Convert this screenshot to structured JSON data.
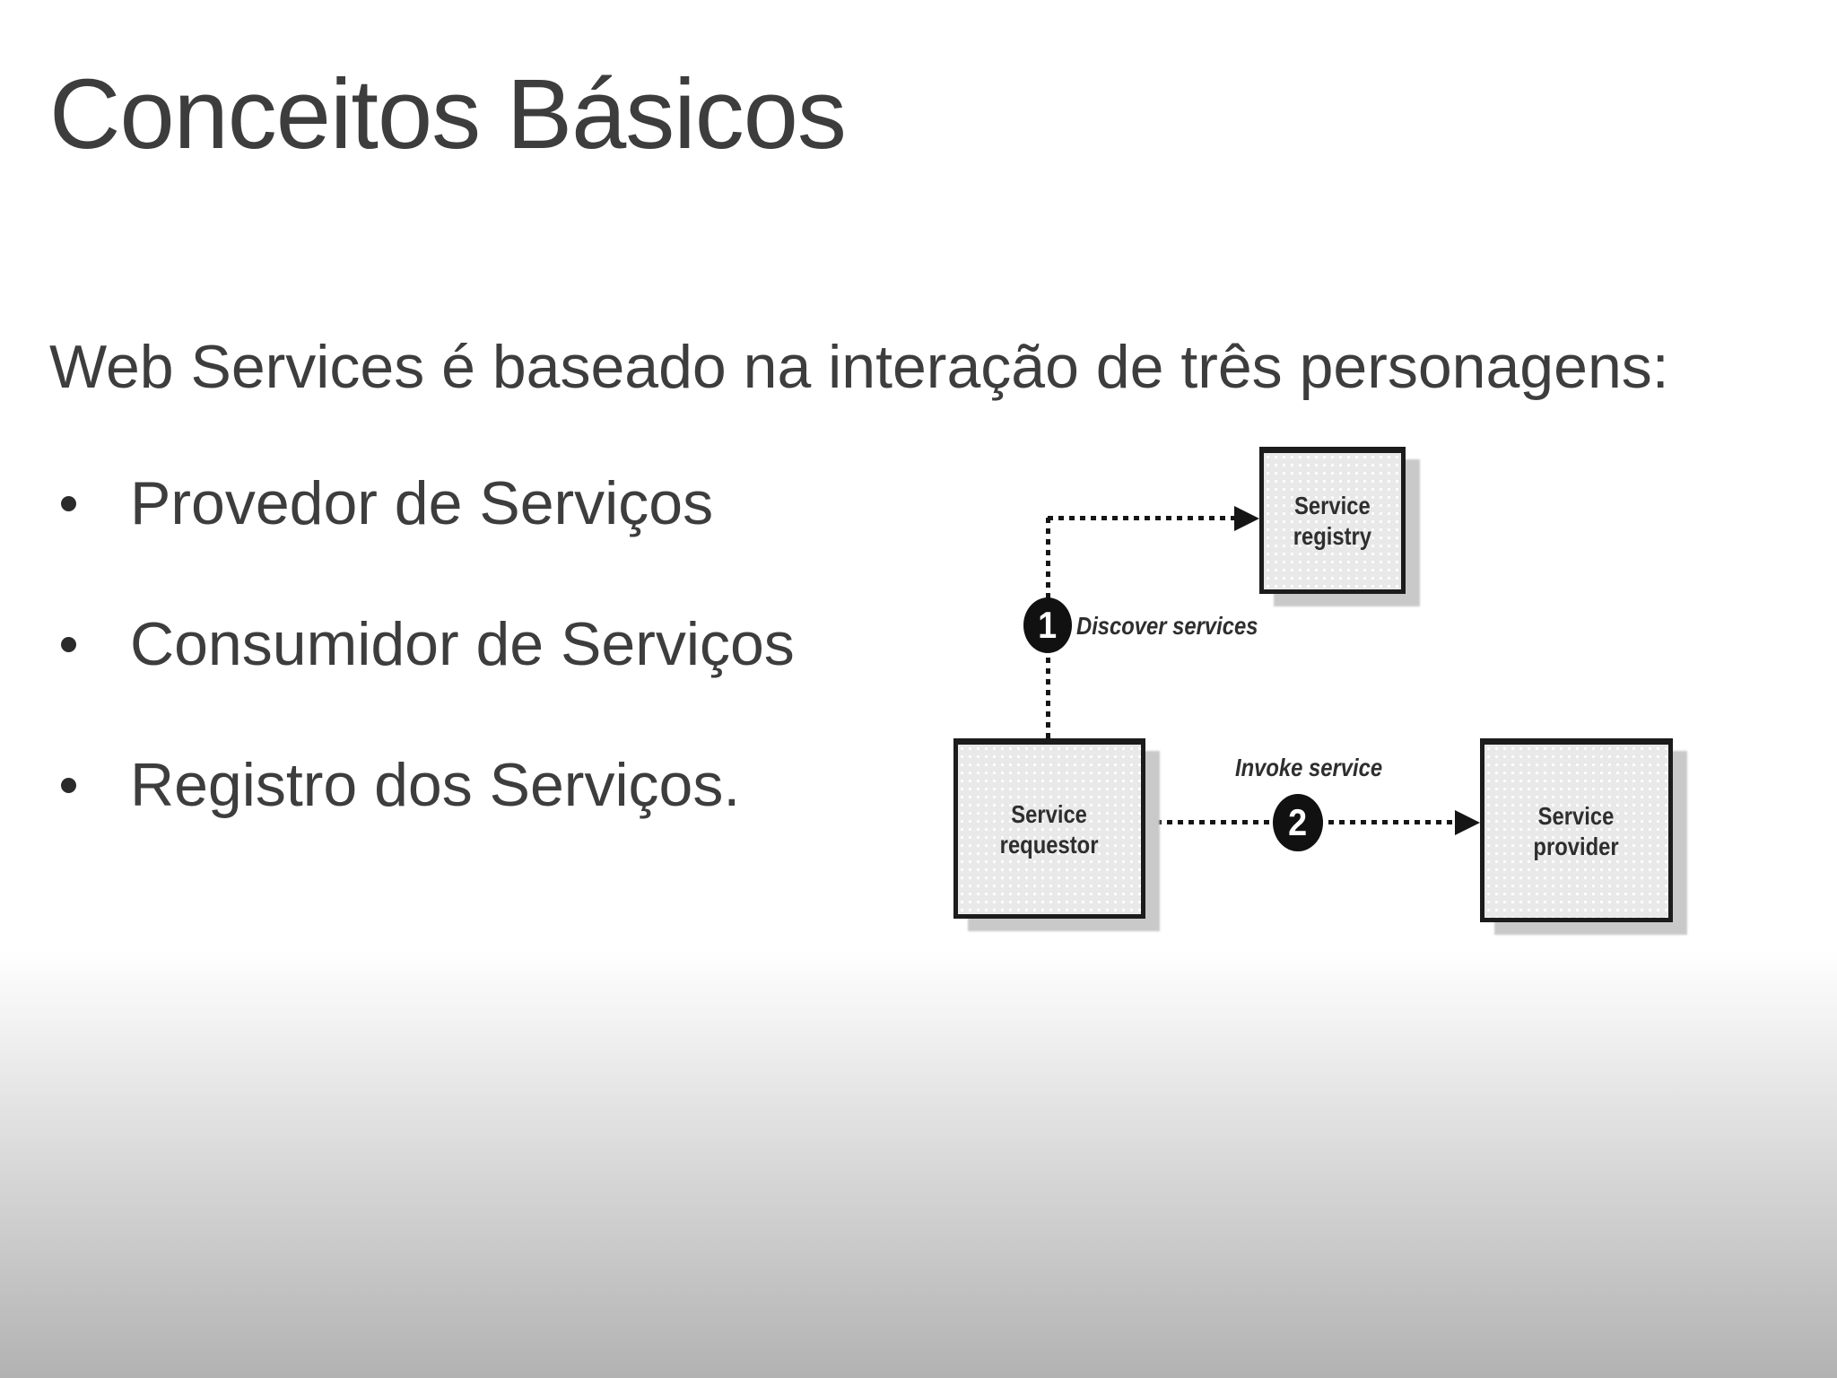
{
  "slide": {
    "title": "Conceitos Básicos",
    "intro": "Web Services é baseado na interação de três personagens:",
    "bullets": [
      "Provedor de Serviços",
      "Consumidor de Serviços",
      "Registro dos Serviços."
    ]
  },
  "diagram": {
    "registry": {
      "line1": "Service",
      "line2": "registry"
    },
    "requestor": {
      "line1": "Service",
      "line2": "requestor"
    },
    "provider": {
      "line1": "Service",
      "line2": "provider"
    },
    "step1": {
      "number": "1",
      "label": "Discover services"
    },
    "step2": {
      "number": "2",
      "label": "Invoke service"
    }
  },
  "colors": {
    "text": "#3d3d3d",
    "diagram_line": "#151515",
    "box_fill": "#e9e9e9",
    "box_border": "#1c1c1c",
    "box_shadow": "#c9c9c9",
    "background_top": "#ffffff",
    "background_bottom": "#b2b2b2"
  }
}
